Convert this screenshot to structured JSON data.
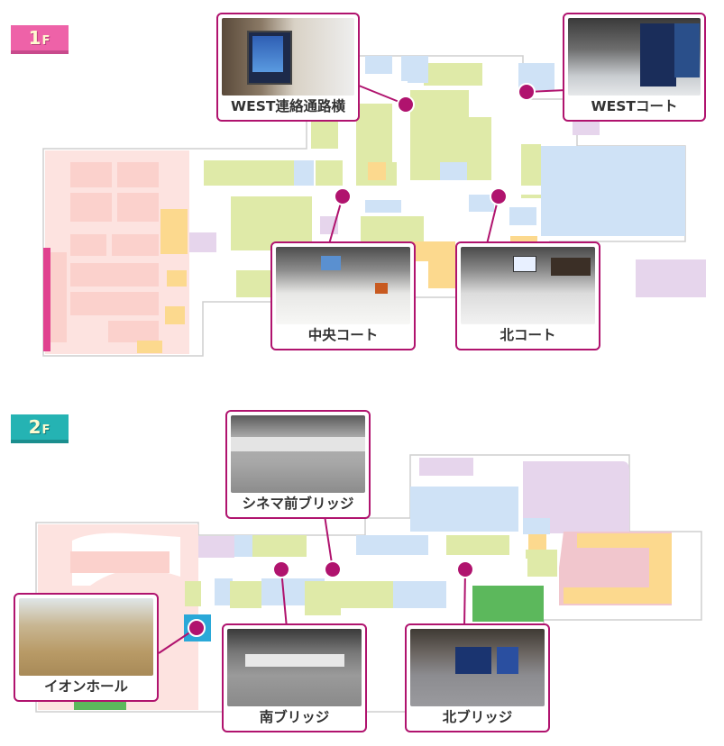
{
  "floors": [
    {
      "badge_main": "1",
      "badge_sub": "F"
    },
    {
      "badge_main": "2",
      "badge_sub": "F"
    }
  ],
  "spots_1f": [
    {
      "label": "WEST連絡通路横"
    },
    {
      "label": "WESTコート"
    },
    {
      "label": "中央コート"
    },
    {
      "label": "北コート"
    }
  ],
  "spots_2f": [
    {
      "label": "シネマ前ブリッジ"
    },
    {
      "label": "イオンホール"
    },
    {
      "label": "南ブリッジ"
    },
    {
      "label": "北ブリッジ"
    }
  ],
  "colors": {
    "marker": "#b0136e",
    "pink_zone": "#fde3e0",
    "green_zone": "#dfeaa8",
    "blue_zone": "#cfe2f6",
    "orange_zone": "#fcd98e",
    "lavender_zone": "#e6d5ec",
    "accent_green": "#5cb85c",
    "accent_magenta": "#e0418f"
  }
}
